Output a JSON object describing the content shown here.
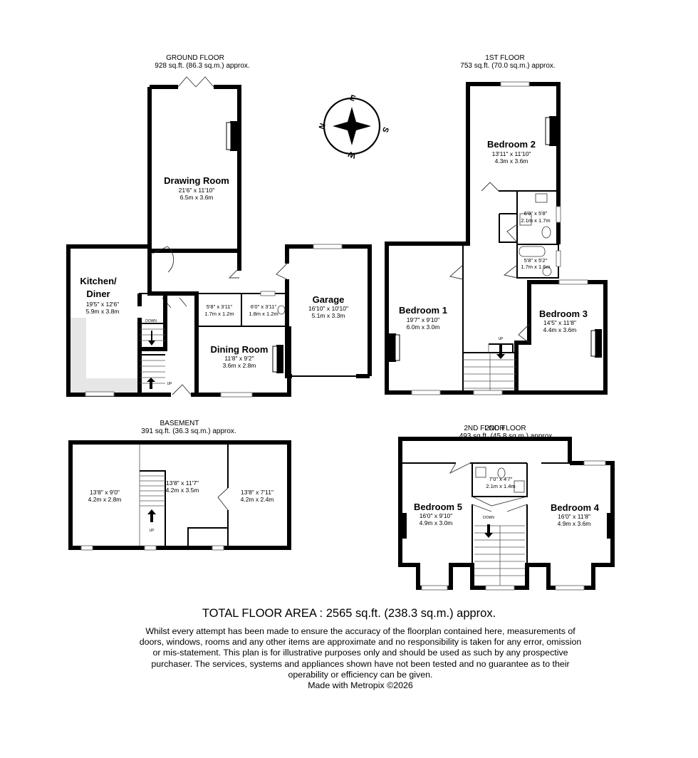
{
  "floors": {
    "ground": {
      "name": "GROUND FLOOR",
      "area": "928 sq.ft. (86.3 sq.m.) approx."
    },
    "first": {
      "name": "1ST FLOOR",
      "area": "753 sq.ft. (70.0 sq.m.) approx."
    },
    "basement": {
      "name": "BASEMENT",
      "area": "391 sq.ft. (36.3 sq.m.) approx."
    },
    "second": {
      "name": "2ND FLOOR",
      "area": "493 sq.ft. (45.8 sq.m.) approx"
    }
  },
  "rooms": {
    "drawing": {
      "name": "Drawing Room",
      "imperial": "21'6\" x 11'10\"",
      "metric": "6.5m x 3.6m"
    },
    "kitchen": {
      "name1": "Kitchen/",
      "name2": "Diner",
      "imperial": "19'5\" x 12'6\"",
      "metric": "5.9m x 3.8m"
    },
    "garage": {
      "name": "Garage",
      "imperial": "16'10\" x 10'10\"",
      "metric": "5.1m x 3.3m"
    },
    "dining": {
      "name": "Dining Room",
      "imperial": "11'8\" x 9'2\"",
      "metric": "3.6m x 2.8m"
    },
    "g_small1": {
      "imperial": "5'8\" x 3'11\"",
      "metric": "1.7m x 1.2m"
    },
    "g_small2": {
      "imperial": "6'0\" x 3'11\"",
      "metric": "1.8m x 1.2m"
    },
    "bed1": {
      "name": "Bedroom 1",
      "imperial": "19'7\" x 9'10\"",
      "metric": "6.0m x 3.0m"
    },
    "bed2": {
      "name": "Bedroom 2",
      "imperial": "13'11\" x 11'10\"",
      "metric": "4.3m x 3.6m"
    },
    "bed3": {
      "name": "Bedroom 3",
      "imperial": "14'5\" x 11'8\"",
      "metric": "4.4m x 3.6m"
    },
    "ens1": {
      "imperial": "6'9\" x 5'8\"",
      "metric": "2.1m x 1.7m"
    },
    "bath1": {
      "imperial": "5'8\" x 5'2\"",
      "metric": "1.7m x 1.6m"
    },
    "bs_left": {
      "imperial": "13'8\" x 9'0\"",
      "metric": "4.2m x 2.8m"
    },
    "bs_mid": {
      "imperial": "13'8\" x 11'7\"",
      "metric": "4.2m x 3.5m"
    },
    "bs_right": {
      "imperial": "13'8\" x 7'11\"",
      "metric": "4.2m x 2.4m"
    },
    "bed4": {
      "name": "Bedroom 4",
      "imperial": "16'0\" x 11'8\"",
      "metric": "4.9m x 3.6m"
    },
    "bed5": {
      "name": "Bedroom 5",
      "imperial": "16'0\" x 9'10\"",
      "metric": "4.9m x 3.0m"
    },
    "shower2": {
      "imperial": "7'0\" x 4'7\"",
      "metric": "2.1m x 1.4m"
    }
  },
  "stair_labels": {
    "down": "DOWN",
    "up": "UP"
  },
  "compass": {
    "n": "N",
    "e": "E",
    "s": "S",
    "w": "W"
  },
  "total": "TOTAL FLOOR AREA : 2565 sq.ft. (238.3 sq.m.) approx.",
  "disclaimer": "Whilst every attempt has been made to ensure the accuracy of the floorplan contained here, measurements of doors, windows, rooms and any other items are approximate and no responsibility is taken for any error, omission or mis-statement. This plan is for illustrative purposes only and should be used as such by any prospective purchaser. The services, systems and appliances shown have not been tested and no guarantee as to their operability or efficiency can be given.",
  "credit": "Made with Metropix ©2026",
  "colors": {
    "wall": "#000000",
    "counter": "#e6e6e6"
  }
}
